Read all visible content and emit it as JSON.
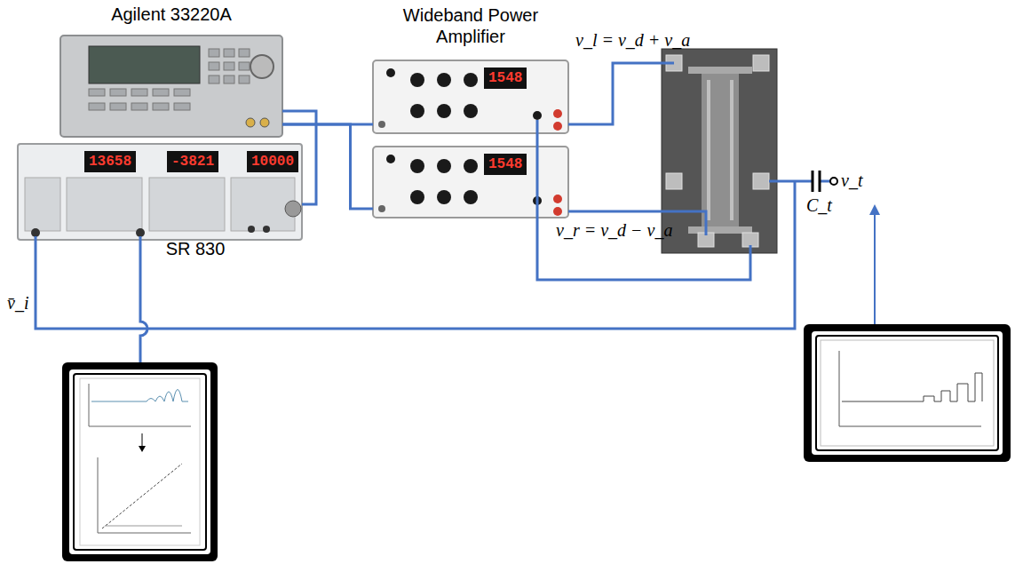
{
  "diagram": {
    "nodes": [
      {
        "text": [
          "Agilent 33220A"
        ]
      },
      {
        "text": [
          "SR 830",
          "13658",
          "-3821",
          "10000"
        ]
      },
      {
        "text": [
          "Wideband Power Amplifier",
          "1548"
        ]
      },
      {
        "text": [
          "1548"
        ]
      }
    ],
    "edges": [
      {
        "from": 0,
        "to": 2,
        "arrow": "none"
      },
      {
        "from": 0,
        "to": 3,
        "arrow": "none"
      },
      {
        "from": 0,
        "to": 1,
        "arrow": "none"
      }
    ],
    "labels": [
      "v_l = v_d + v_a",
      "v_r = v_d − v_a",
      "C_t",
      "v_t",
      "v̄_i"
    ]
  }
}
